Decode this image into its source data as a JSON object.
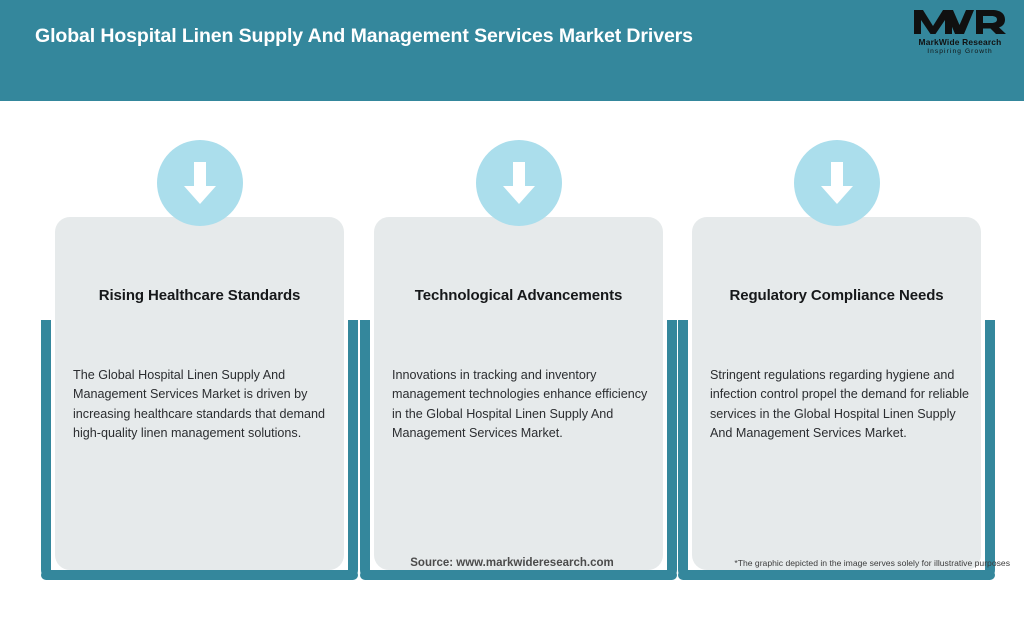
{
  "header": {
    "title": "Global Hospital Linen Supply And Management Services Market Drivers",
    "bar_color": "#34879c"
  },
  "logo": {
    "mark_text": "MWR",
    "company": "MarkWide Research",
    "tagline": "Inspiring Growth"
  },
  "cards": [
    {
      "icon": "arrow-down-icon",
      "heading": "Rising Healthcare Standards",
      "body": "The Global Hospital Linen Supply And Management Services Market is driven by increasing healthcare standards that demand high-quality linen management solutions."
    },
    {
      "icon": "arrow-down-icon",
      "heading": "Technological Advancements",
      "body": "Innovations in tracking and inventory management technologies enhance efficiency in the Global Hospital Linen Supply And Management Services Market."
    },
    {
      "icon": "arrow-down-icon",
      "heading": "Regulatory Compliance Needs",
      "body": "Stringent regulations regarding hygiene and infection control propel the demand for reliable services in the Global Hospital Linen Supply And Management Services Market."
    }
  ],
  "footer": {
    "source": "Source: www.markwideresearch.com",
    "disclaimer": "*The graphic depicted in the image serves solely for illustrative purposes"
  },
  "colors": {
    "accent_teal": "#34879c",
    "badge_blue": "#abdeec",
    "panel_grey": "#e6eaeb"
  }
}
